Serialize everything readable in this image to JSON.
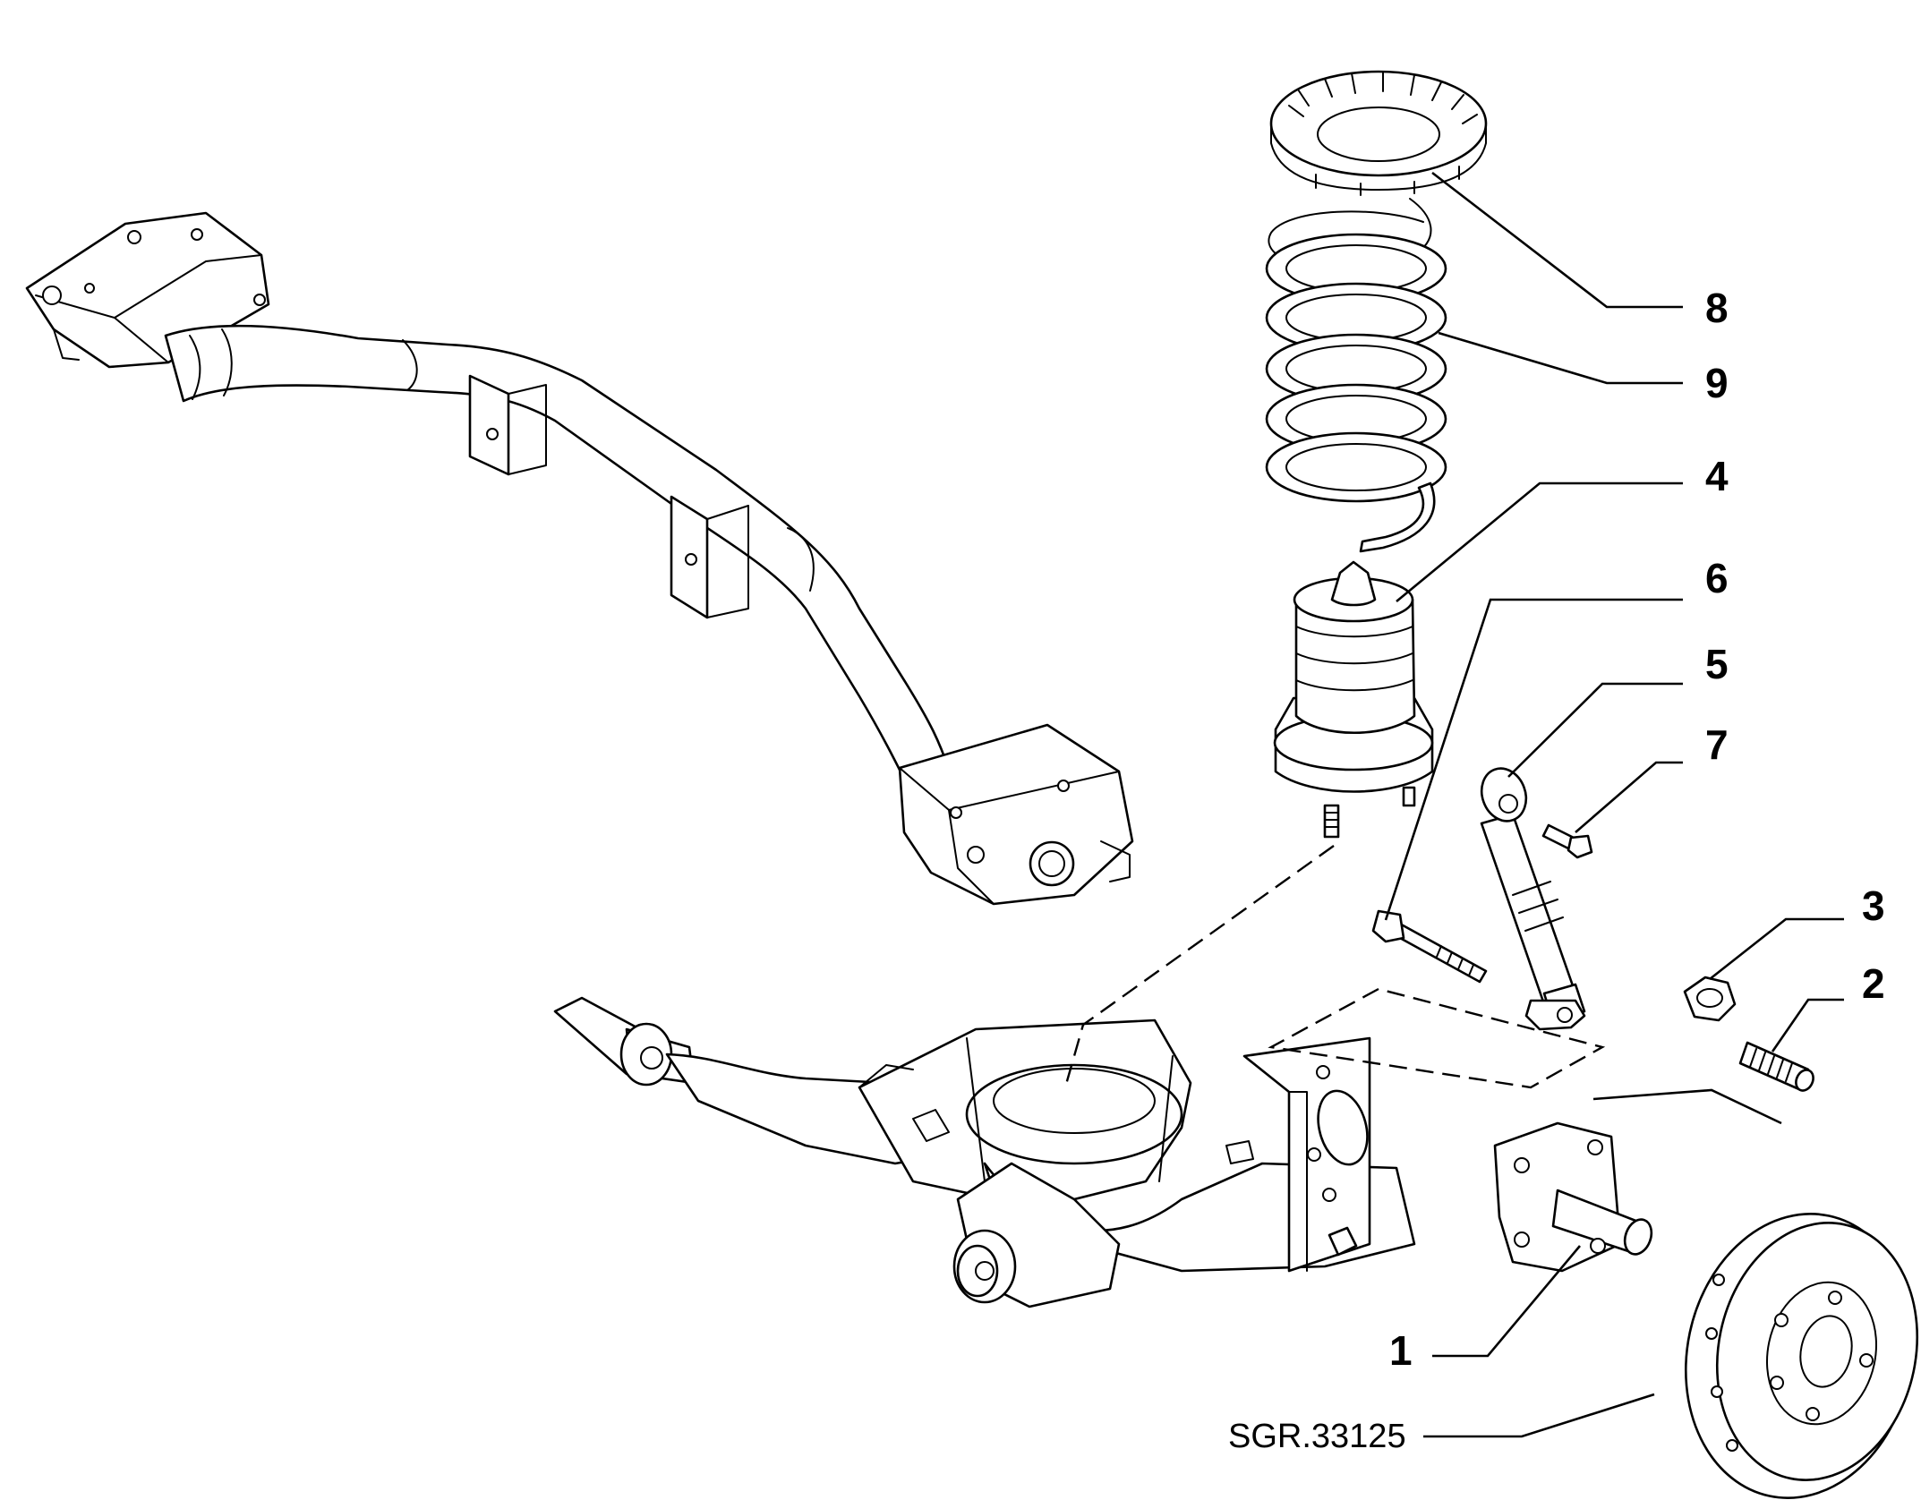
{
  "callouts": {
    "c1": "1",
    "c2": "2",
    "c3": "3",
    "c4": "4",
    "c5": "5",
    "c6": "6",
    "c7": "7",
    "c8": "8",
    "c9": "9"
  },
  "reference": "SGR.33125",
  "colors": {
    "ink": "#000000",
    "paper": "#ffffff"
  }
}
